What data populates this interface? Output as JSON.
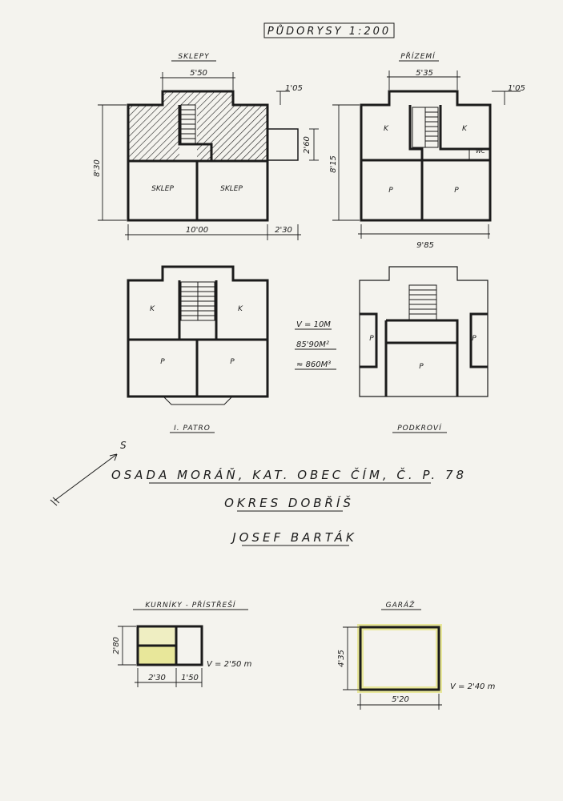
{
  "title": "PŮDORYSY 1:200",
  "plans": {
    "sklepy": {
      "label": "SKLEPY",
      "dim_top": "5'50",
      "dim_step": "1'05",
      "dim_side": "8'30",
      "dim_annex": "2'60",
      "dim_bottom": "10'00",
      "dim_bottom_annex": "2'30",
      "room_left": "SKLEP",
      "room_right": "SKLEP"
    },
    "prizemi": {
      "label": "PŘÍZEMÍ",
      "dim_top": "5'35",
      "dim_step": "1'05",
      "dim_side": "8'15",
      "dim_bottom": "9'85",
      "wc": "WC",
      "room_k1": "K",
      "room_k2": "K",
      "room_p1": "P",
      "room_p2": "P"
    },
    "patro": {
      "label": "I. PATRO",
      "room_k1": "K",
      "room_k2": "K",
      "room_p1": "P",
      "room_p2": "P"
    },
    "podkrovi": {
      "label": "PODKROVÍ",
      "room_p1": "P",
      "room_p2": "P",
      "room_p3": "P"
    }
  },
  "stats": {
    "height": "V = 10M",
    "area": "85'90M²",
    "volume": "≈ 860M³"
  },
  "north": "S",
  "address": {
    "line1": "OSADA MORÁŇ, KAT. OBEC ČÍM, Č. P. 78",
    "line2": "OKRES DOBŘÍŠ",
    "owner": "JOSEF BARTÁK"
  },
  "kurniky": {
    "label": "KURNÍKY - PŘÍSTŘEŠÍ",
    "dim_side": "2'80",
    "dim_a": "2'30",
    "dim_b": "1'50",
    "height": "V = 2'50 m"
  },
  "garaz": {
    "label": "GARÁŽ",
    "dim_side": "4'35",
    "dim_bottom": "5'20",
    "height": "V = 2'40 m"
  },
  "colors": {
    "paper": "#f4f3ee",
    "ink": "#1b1b1b",
    "highlight": "#e8e79a"
  }
}
